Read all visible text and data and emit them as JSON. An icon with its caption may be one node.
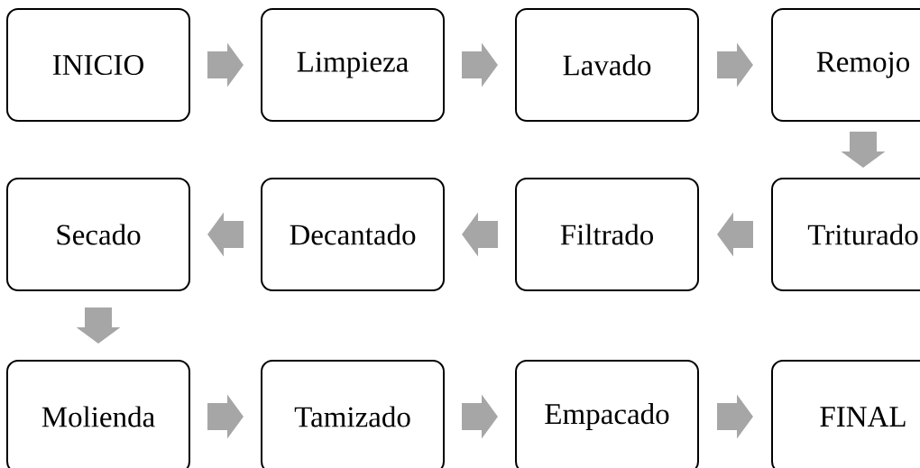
{
  "diagram": {
    "nodes": [
      {
        "text": [
          "INICIO"
        ]
      },
      {
        "text": [
          "Limpieza"
        ]
      },
      {
        "text": [
          "Lavado"
        ]
      },
      {
        "text": [
          "Remojo"
        ]
      },
      {
        "text": [
          "Secado"
        ]
      },
      {
        "text": [
          "Decantado"
        ]
      },
      {
        "text": [
          "Filtrado"
        ]
      },
      {
        "text": [
          "Triturado"
        ]
      },
      {
        "text": [
          "Molienda"
        ]
      },
      {
        "text": [
          "Tamizado"
        ]
      },
      {
        "text": [
          "Empacado"
        ]
      },
      {
        "text": [
          "FINAL"
        ]
      }
    ],
    "edges": [
      {
        "from": 0,
        "to": 1,
        "arrow": "to"
      },
      {
        "from": 1,
        "to": 2,
        "arrow": "to"
      },
      {
        "from": 2,
        "to": 3,
        "arrow": "to"
      },
      {
        "from": 3,
        "to": 7,
        "arrow": "to"
      },
      {
        "from": 7,
        "to": 6,
        "arrow": "to"
      },
      {
        "from": 6,
        "to": 5,
        "arrow": "to"
      },
      {
        "from": 5,
        "to": 4,
        "arrow": "to"
      },
      {
        "from": 4,
        "to": 8,
        "arrow": "to"
      },
      {
        "from": 8,
        "to": 9,
        "arrow": "to"
      },
      {
        "from": 9,
        "to": 10,
        "arrow": "to"
      },
      {
        "from": 10,
        "to": 11,
        "arrow": "to"
      }
    ]
  }
}
